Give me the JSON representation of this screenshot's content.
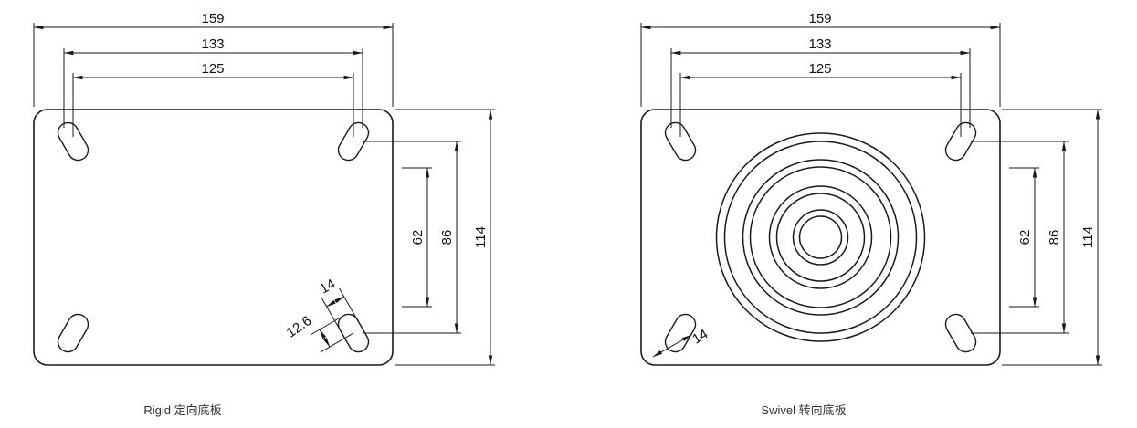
{
  "page": {
    "background": "#ffffff",
    "line_color": "#1a1a1a"
  },
  "drawings": {
    "left": {
      "caption": "Rigid 定向底板",
      "dims": {
        "overall_width": "159",
        "slot_span_outer": "133",
        "hole_pitch_h": "125",
        "pitch_62": "62",
        "pitch_86": "86",
        "overall_height": "114",
        "slot_length": "14",
        "slot_width": "12.6"
      }
    },
    "right": {
      "caption": "Swivel 转向底板",
      "dims": {
        "overall_width": "159",
        "slot_span_outer": "133",
        "hole_pitch_h": "125",
        "pitch_62": "62",
        "pitch_86": "86",
        "overall_height": "114",
        "slot_length": "14"
      }
    }
  }
}
